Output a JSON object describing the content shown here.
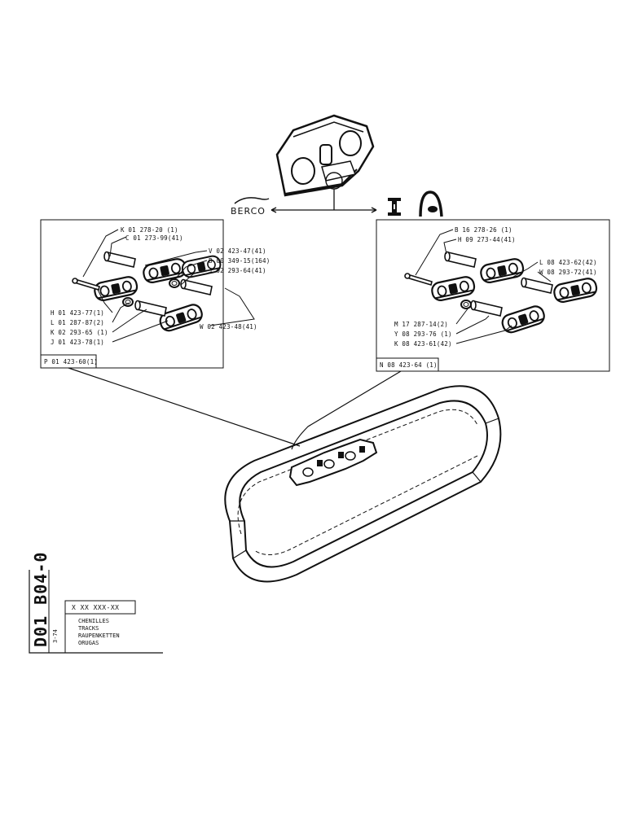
{
  "brand": {
    "berco": "BERCO"
  },
  "left_group": {
    "callouts": [
      "K 01 278-20 (1)",
      "C 01 273-99(41)",
      "V 02 423-47(41)",
      "B 00 349-15(164)",
      "J 02 293-64(41)",
      "H 01 423-77(1)",
      "L 01 287-87(2)",
      "K 02 293-65 (1)",
      "J 01 423-78(1)",
      "W 02 423-48(41)"
    ],
    "assembly": "P 01 423-60(1)"
  },
  "right_group": {
    "callouts": [
      "B 16 278-26 (1)",
      "H 09 273-44(41)",
      "L 08 423-62(42)",
      "W 08 293-72(41)",
      "M 17 287-14(2)",
      "Y 08 293-76 (1)",
      "K 08 423-61(42)"
    ],
    "assembly": "N 08 423-64 (1)"
  },
  "title_block": {
    "doc_code": "D01 B04-0",
    "date": "3-74",
    "part_no": "X XX XXX-XX",
    "names": [
      "CHENILLES",
      "TRACKS",
      "RAUPENKETTEN",
      "ORUGAS"
    ]
  }
}
